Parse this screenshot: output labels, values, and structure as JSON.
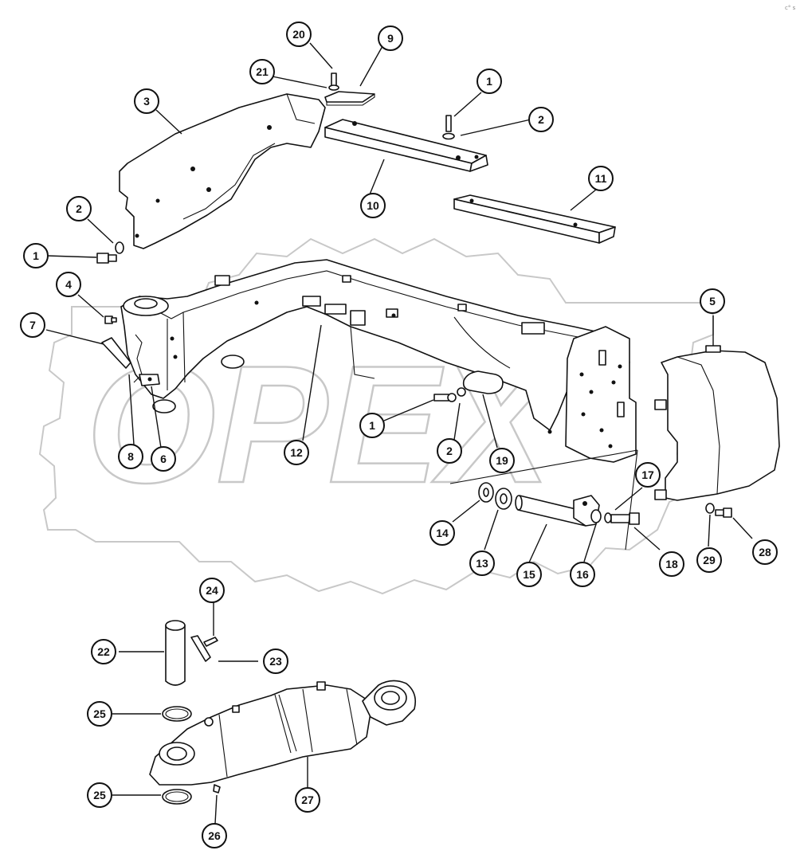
{
  "watermark": {
    "text": "OPEX"
  },
  "corner_mark": "c° s",
  "callouts": [
    {
      "label": "20"
    },
    {
      "label": "9"
    },
    {
      "label": "21"
    },
    {
      "label": "3"
    },
    {
      "label": "1"
    },
    {
      "label": "2"
    },
    {
      "label": "10"
    },
    {
      "label": "11"
    },
    {
      "label": "2"
    },
    {
      "label": "1"
    },
    {
      "label": "4"
    },
    {
      "label": "7"
    },
    {
      "label": "5"
    },
    {
      "label": "1"
    },
    {
      "label": "2"
    },
    {
      "label": "19"
    },
    {
      "label": "8"
    },
    {
      "label": "6"
    },
    {
      "label": "12"
    },
    {
      "label": "17"
    },
    {
      "label": "14"
    },
    {
      "label": "13"
    },
    {
      "label": "15"
    },
    {
      "label": "16"
    },
    {
      "label": "18"
    },
    {
      "label": "29"
    },
    {
      "label": "28"
    },
    {
      "label": "24"
    },
    {
      "label": "22"
    },
    {
      "label": "23"
    },
    {
      "label": "25"
    },
    {
      "label": "25"
    },
    {
      "label": "27"
    },
    {
      "label": "26"
    }
  ]
}
